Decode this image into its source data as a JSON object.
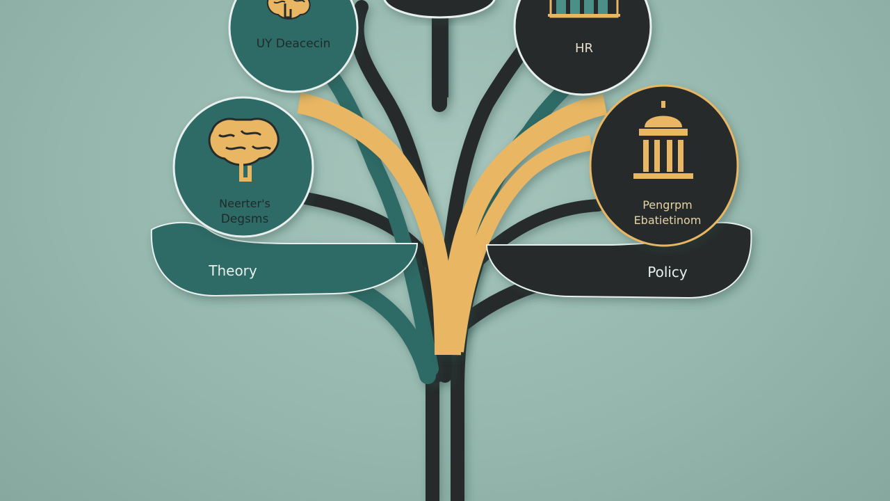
{
  "colors": {
    "background": "#9dbdb3",
    "teal": "#2e6b66",
    "dark": "#252a2a",
    "gold": "#e9b663",
    "gold_line": "#d8b77a",
    "white_rim": "#e8f0ed"
  },
  "nodes": {
    "ux_research": {
      "label": "UY Deacecin",
      "icon": "brain-icon"
    },
    "top_center": {
      "label": "",
      "icon": ""
    },
    "hr": {
      "label": "HR",
      "icon": "bar-chart-icon"
    },
    "neuro": {
      "line1": "Neerter's",
      "line2": "Degsms",
      "icon": "brain-icon"
    },
    "program": {
      "line1": "Pengrpm",
      "line2": "Ebatietinom",
      "icon": "capitol-building-icon"
    }
  },
  "branches": {
    "theory": "Theory",
    "policy": "Policy"
  }
}
